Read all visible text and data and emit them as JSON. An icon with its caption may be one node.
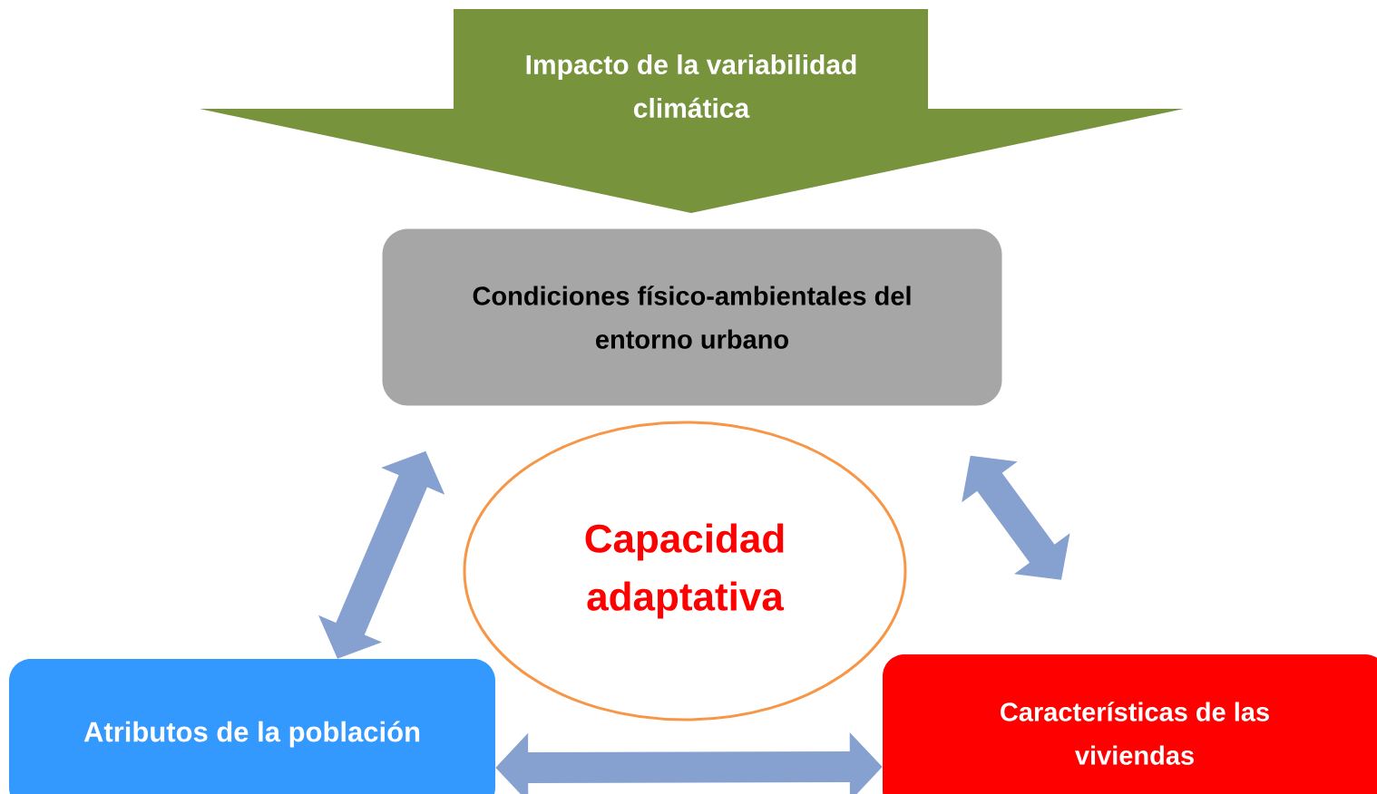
{
  "diagram": {
    "nodes": [
      {
        "text": [
          "Impacto de la variabilidad climática"
        ]
      },
      {
        "text": [
          "Condiciones  físico-ambientales del entorno urbano"
        ]
      },
      {
        "text": [
          "Capacidad adaptativa"
        ]
      },
      {
        "text": [
          "Atributos de la población"
        ]
      },
      {
        "text": [
          "Características de las viviendas"
        ]
      }
    ],
    "edges": [
      {
        "from": 3,
        "to": 1,
        "arrow": "both"
      },
      {
        "from": 1,
        "to": 4,
        "arrow": "both"
      },
      {
        "from": 3,
        "to": 4,
        "arrow": "both"
      }
    ]
  }
}
